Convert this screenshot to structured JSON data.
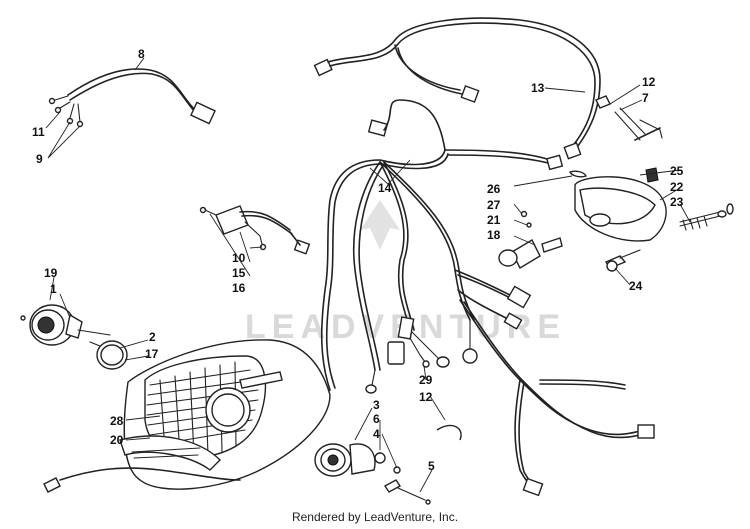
{
  "watermark": "LEADVENTURE",
  "footer": "Rendered by LeadVenture, Inc.",
  "callouts": {
    "c1": "1",
    "c2": "2",
    "c3": "3",
    "c4": "4",
    "c5": "5",
    "c6": "6",
    "c7": "7",
    "c8": "8",
    "c9": "9",
    "c10": "10",
    "c11": "11",
    "c12a": "12",
    "c12b": "12",
    "c13": "13",
    "c14": "14",
    "c15": "15",
    "c16": "16",
    "c17": "17",
    "c18": "18",
    "c19": "19",
    "c20": "20",
    "c21": "21",
    "c22": "22",
    "c23": "23",
    "c24": "24",
    "c25": "25",
    "c26": "26",
    "c27": "27",
    "c28": "28",
    "c29": "29"
  }
}
